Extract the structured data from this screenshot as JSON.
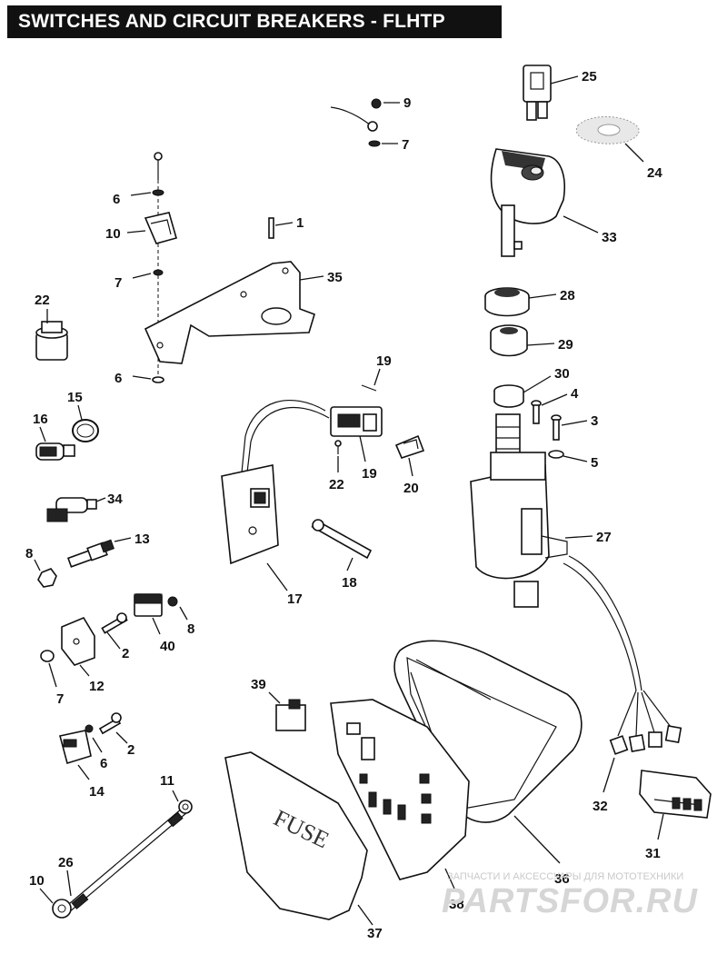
{
  "title": "SWITCHES AND CIRCUIT BREAKERS - FLHTP",
  "callouts": {
    "c25": "25",
    "c9": "9",
    "c7a": "7",
    "c24": "24",
    "c33": "33",
    "c6a": "6",
    "c10a": "10",
    "c1": "1",
    "c7b": "7",
    "c35": "35",
    "c22a": "22",
    "c28": "28",
    "c29": "29",
    "c6b": "6",
    "c19a": "19",
    "c30": "30",
    "c4": "4",
    "c15": "15",
    "c16": "16",
    "c3": "3",
    "c5": "5",
    "c19b": "19",
    "c22b": "22",
    "c20": "20",
    "c34": "34",
    "c13": "13",
    "c27": "27",
    "c8a": "8",
    "c18": "18",
    "c17": "17",
    "c8b": "8",
    "c2a": "2",
    "c40": "40",
    "c12": "12",
    "c7c": "7",
    "c39": "39",
    "c6c": "6",
    "c2b": "2",
    "c14": "14",
    "c11": "11",
    "c32": "32",
    "c31": "31",
    "c26": "26",
    "c10b": "10",
    "c36": "36",
    "c38": "38",
    "c37": "37"
  },
  "fuse_cover_text": "FUSE",
  "watermark": {
    "line1": "ЗАПЧАСТИ И АКСЕССУАРЫ ДЛЯ МОТОТЕХНИКИ",
    "line2": "PARTSFOR.RU"
  }
}
